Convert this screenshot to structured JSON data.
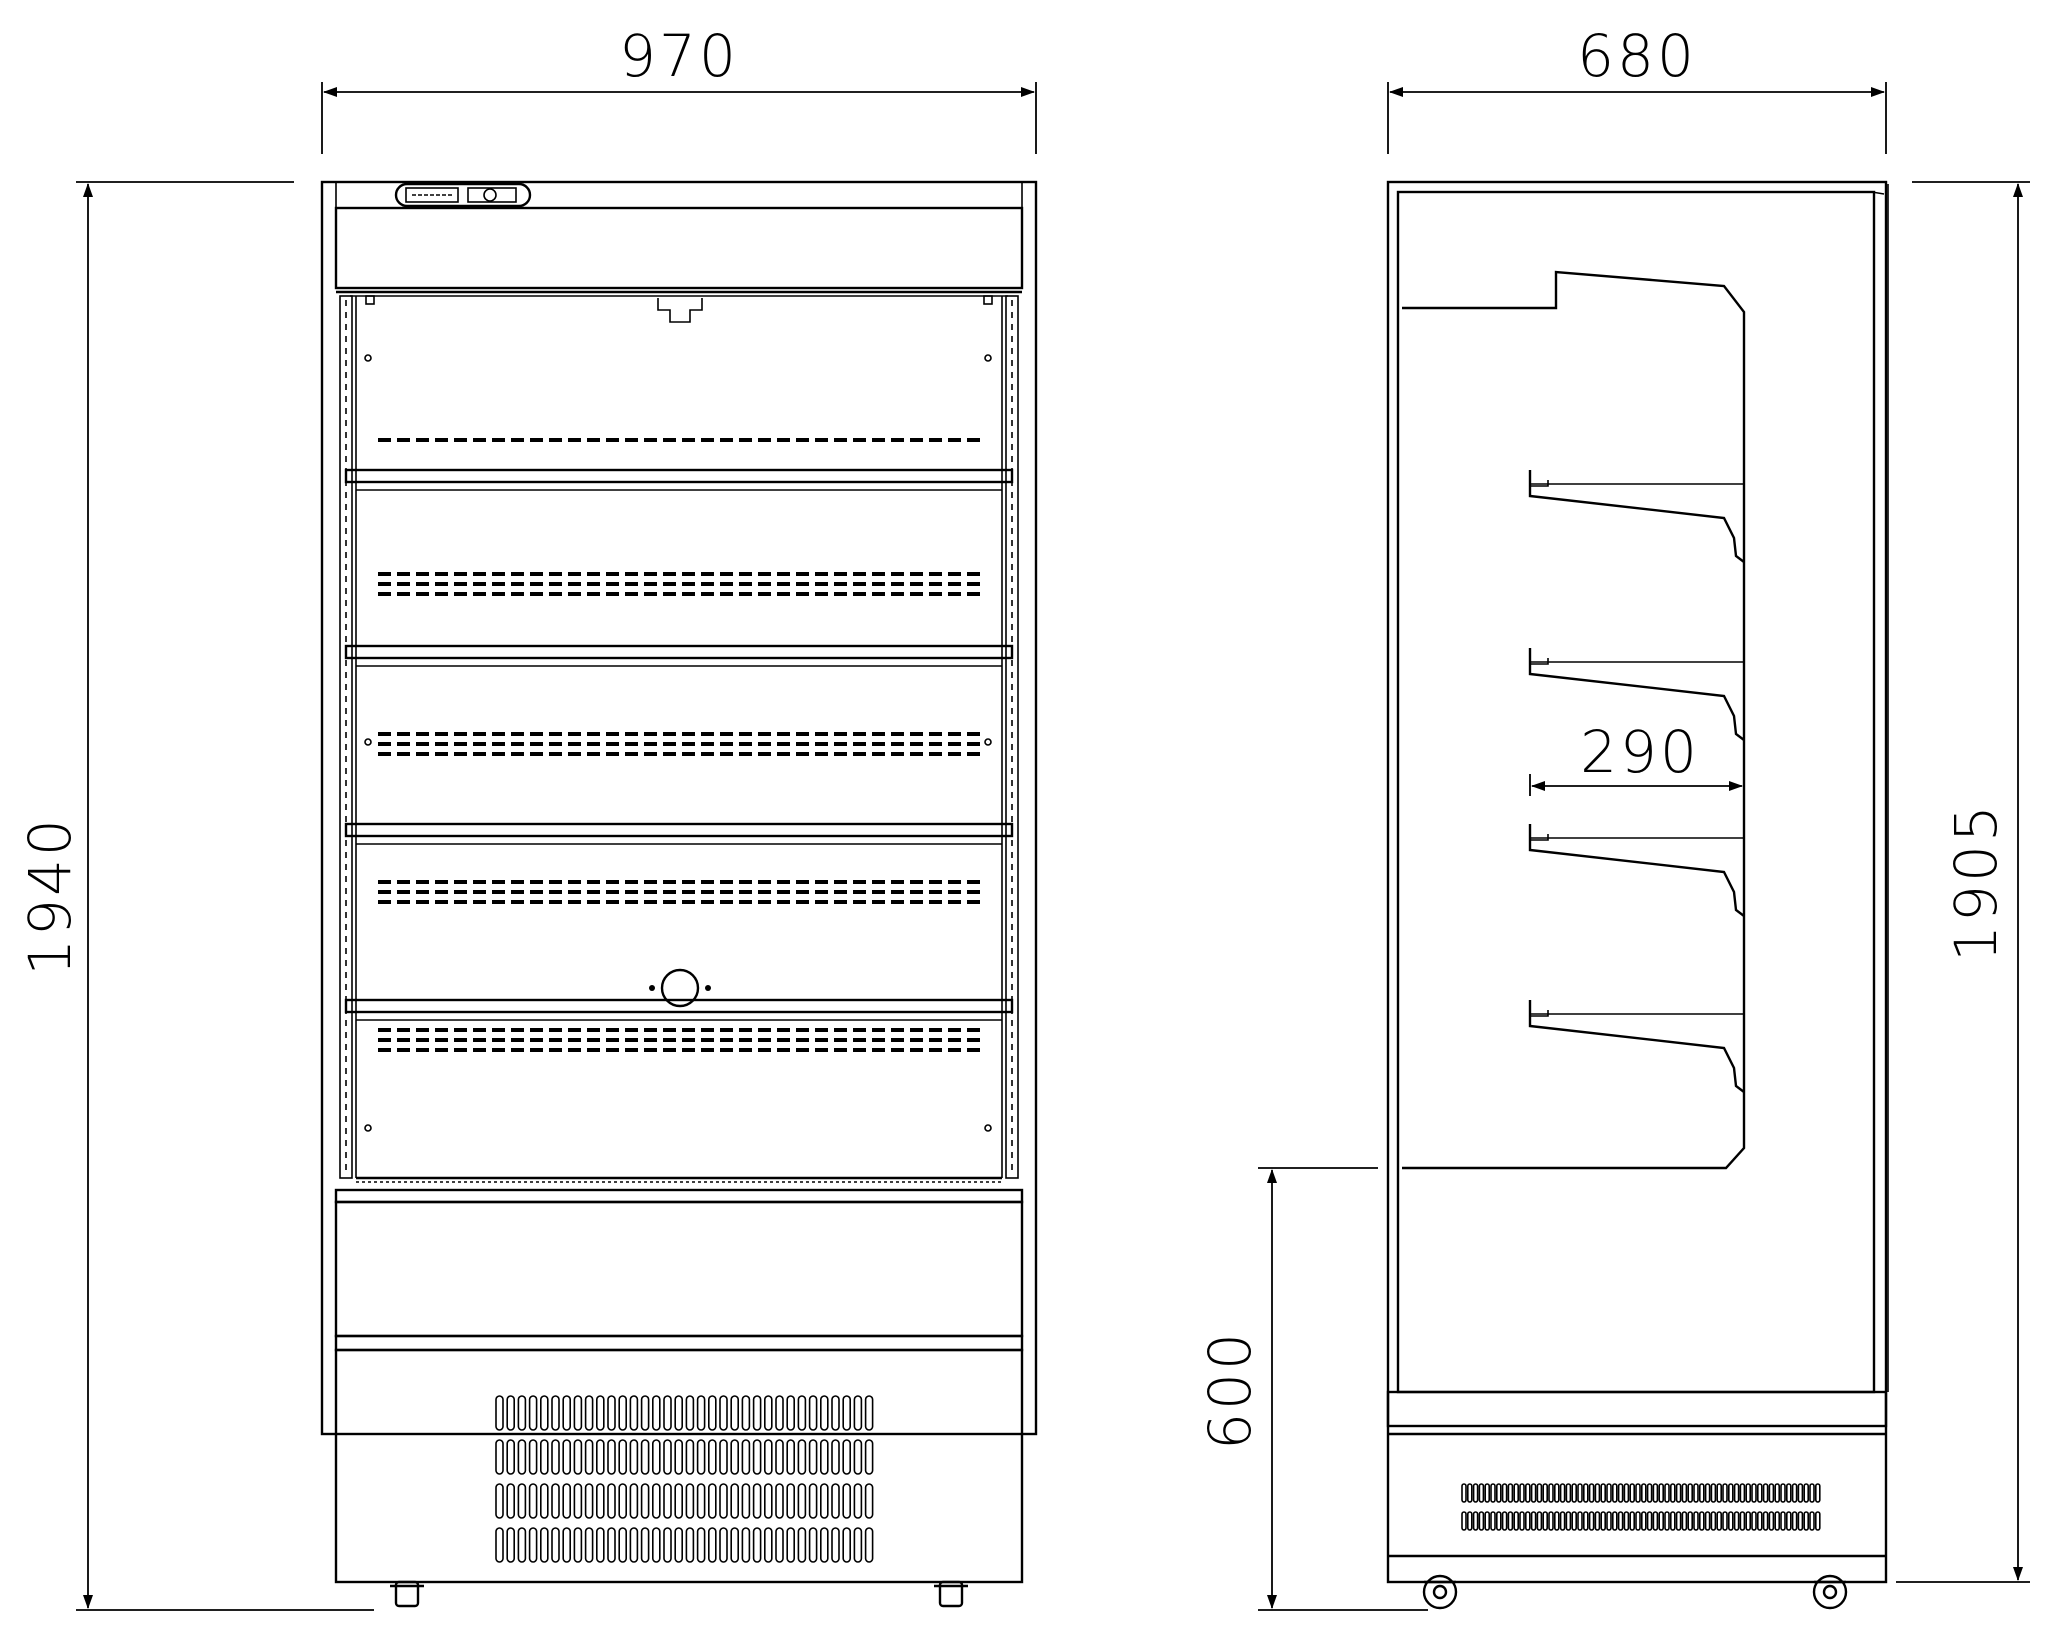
{
  "drawing": {
    "front_view": {
      "width_label": "970",
      "height_label": "1940"
    },
    "side_view": {
      "depth_label": "680",
      "height_label": "1905",
      "shelf_depth_label": "290",
      "base_height_label": "600"
    }
  },
  "colors": {
    "line": "#000000",
    "background": "#ffffff"
  }
}
